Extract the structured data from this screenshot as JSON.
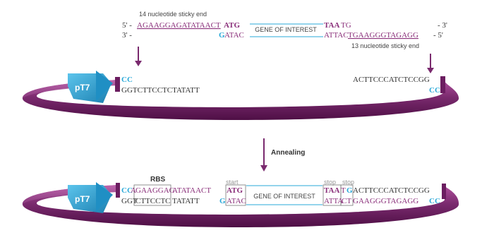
{
  "colors": {
    "purple": "#8a2f7a",
    "ring_dark": "#5a1450",
    "ring_light": "#b0509e",
    "cyan": "#29a8d8",
    "box_stroke": "#666666",
    "arrow": "#7a2a6e",
    "text": "#333333",
    "gray_label": "#999999"
  },
  "top_insert": {
    "left_sticky_label": "14 nucleotide sticky end",
    "strand_top_prefix": "5' -",
    "strand_top_seq": "AGAAGGAGATATAACT",
    "start_codon": "ATG",
    "stop_top_bold": "TAA",
    "stop_top_tail": "TG",
    "strand_top_suffix": "- 3'",
    "strand_bottom_prefix": "3' -",
    "bottom_G": "G",
    "bottom_ATAC": "ATAC",
    "bottom_ATTAC": "ATTAC",
    "bottom_sticky": "TGAAGGGTAGAGG",
    "strand_bottom_suffix": "- 5'",
    "gene_label": "GENE OF INTEREST",
    "right_sticky_label": "13 nucleotide sticky end"
  },
  "top_vector": {
    "promoter": "pT7",
    "left_cc": "CC",
    "left_strand": "GGTCTTCCTCTATATT",
    "right_strand": "ACTTCCCATCTCCGG",
    "right_cc": "CC"
  },
  "annealing_label": "Annealing",
  "bottom_vector": {
    "promoter": "pT7",
    "rbs_label": "RBS",
    "start_label": "start",
    "stop_label_1": "stop",
    "stop_label_2": "stop",
    "top_cc": "CC",
    "top_A": "A",
    "top_rbs": "GAAGGAG",
    "top_mid": "ATATAACT",
    "top_atg": "ATG",
    "top_taa": "TAA",
    "top_t": "T",
    "top_g": "G",
    "top_tail": "ACTTCCCATCTCCGG",
    "bot_gg": "GGT",
    "bot_rbs": "CTTCCTC",
    "bot_mid": "TATATT",
    "bot_g": "G",
    "bot_atac": "ATAC",
    "bot_atta": "ATTA",
    "bot_ct": "CT",
    "bot_tail": "GAAGGGTAGAGG",
    "bot_cc": "CC",
    "gene_label": "GENE OF INTEREST"
  }
}
